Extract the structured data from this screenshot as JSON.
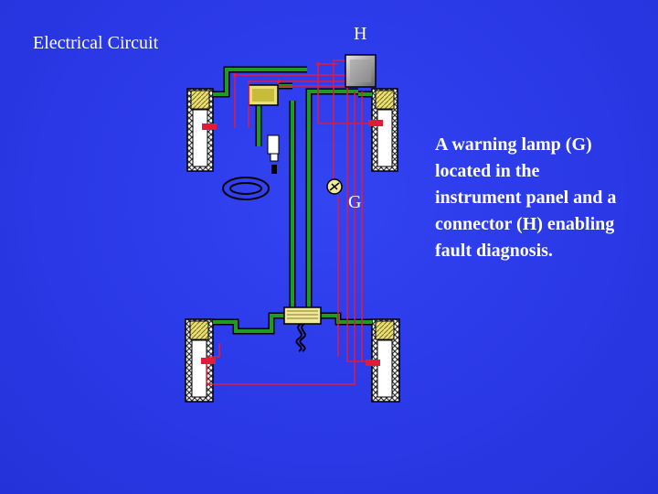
{
  "slide": {
    "title": "Electrical Circuit",
    "labels": {
      "connector": "H",
      "warning_lamp": "G"
    },
    "description_lines": [
      "A warning lamp (G)",
      "located in the",
      "instrument panel and a",
      "connector (H) enabling",
      "fault diagnosis."
    ]
  },
  "colors": {
    "background": "#2a38e6",
    "hydraulic_line": "#1a8a1a",
    "electrical_wire": "#e0203a",
    "text": "#ffffff"
  }
}
